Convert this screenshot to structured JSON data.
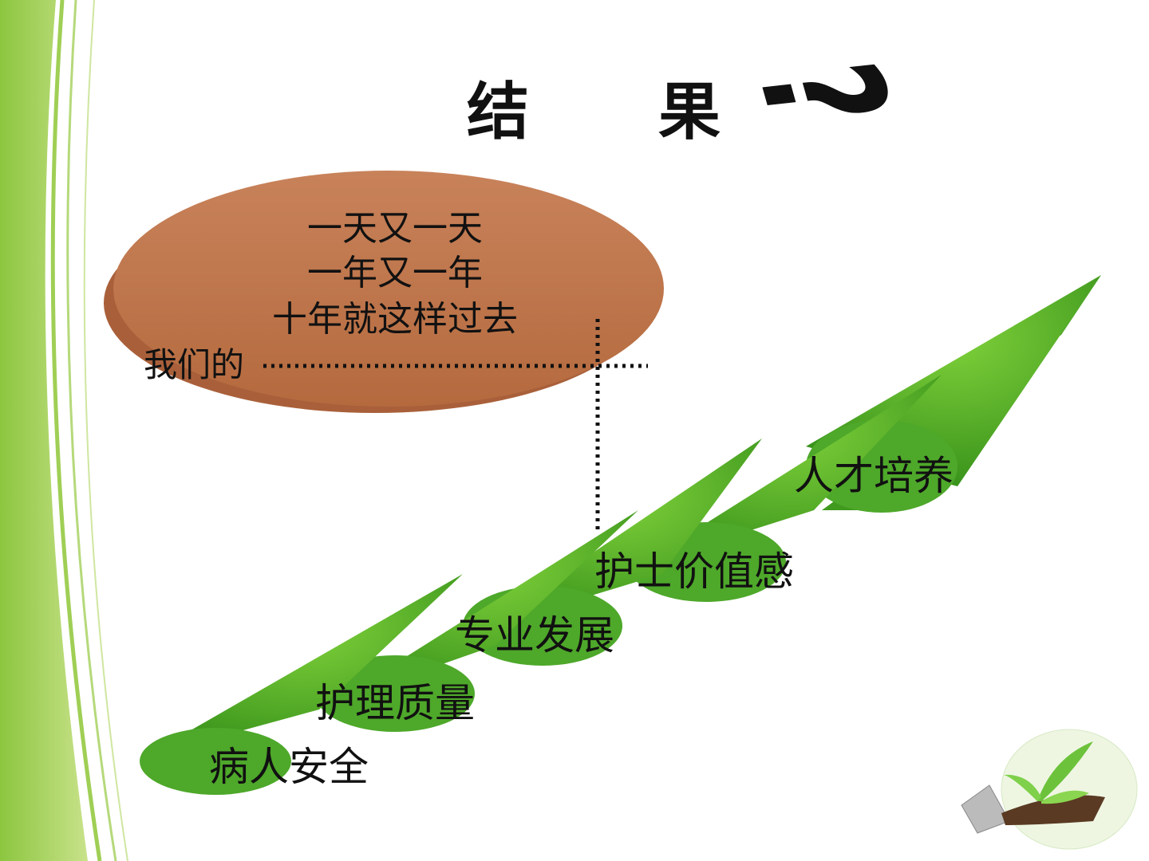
{
  "title": {
    "char1": "结",
    "char2": "果",
    "mark": "?"
  },
  "oval": {
    "lines": [
      "一天又一天",
      "一年又一年",
      "十年就这样过去"
    ],
    "lead": "我们的"
  },
  "steps": [
    {
      "label": "病人安全"
    },
    {
      "label": "护理质量"
    },
    {
      "label": "专业发展"
    },
    {
      "label": "护士价值感"
    },
    {
      "label": "人才培养"
    }
  ],
  "colors": {
    "green": "#5aa62a",
    "orange": "#c0784a",
    "side_green": "#8cc63f"
  }
}
